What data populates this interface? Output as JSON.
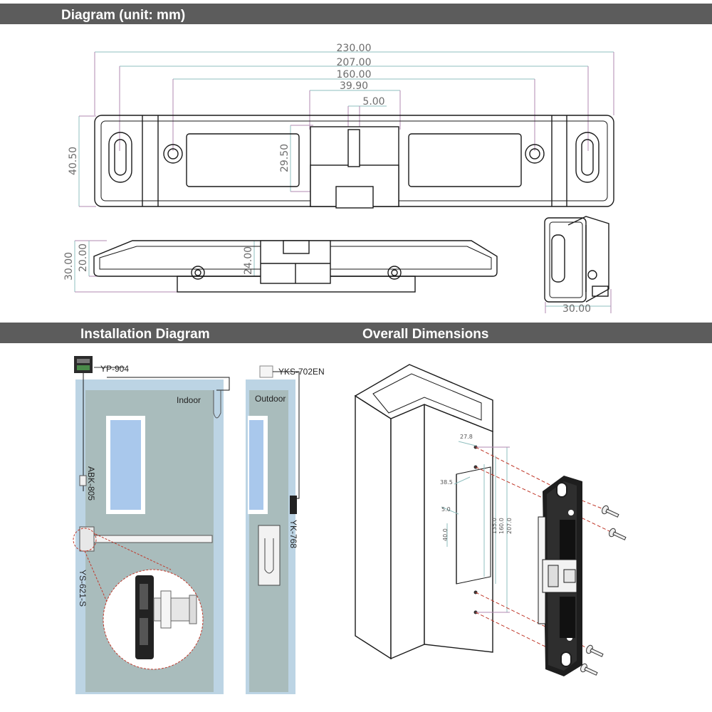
{
  "headers": {
    "diagram": "Diagram (unit: mm)",
    "installation": "Installation Diagram",
    "overall": "Overall Dimensions"
  },
  "top_view": {
    "d_230": "230.00",
    "d_207": "207.00",
    "d_160": "160.00",
    "d_3990": "39.90",
    "d_500": "5.00",
    "d_4050": "40.50",
    "d_2950": "29.50"
  },
  "side_view": {
    "d_3000": "30.00",
    "d_2000": "20.00",
    "d_2400": "24.00"
  },
  "end_view": {
    "d_3000": "30.00"
  },
  "installation": {
    "yp904": "YP-904",
    "yks702en": "YKS-702EN",
    "indoor": "Indoor",
    "outdoor": "Outdoor",
    "abk805": "ABK-805",
    "yk768": "YK-768",
    "ys621s": "YS-621-S"
  },
  "overall": {
    "d_278": "27.8",
    "d_385": "38.5",
    "d_50": "5.0",
    "d_400": "40.0",
    "d_1350": "135.0",
    "d_1600": "160.0",
    "d_2070": "207.0"
  },
  "colors": {
    "header_bg": "#5c5c5c",
    "dimension_line": "#8fbfbf",
    "dimension_line_alt": "#b088b0",
    "door_panel": "#a9bcbc",
    "door_frame": "#bcd4e4",
    "window_glass": "#a9c8ec",
    "leader_line": "#c0392b"
  }
}
